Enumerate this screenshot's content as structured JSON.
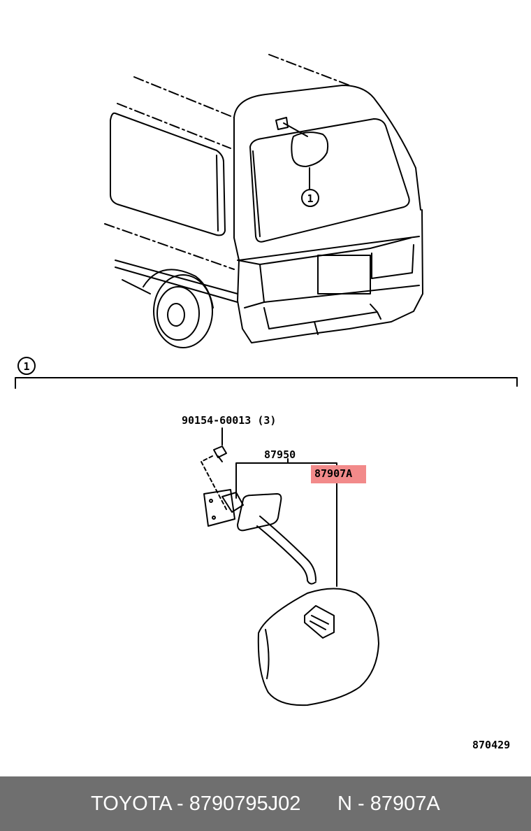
{
  "diagram": {
    "callout_number": "1",
    "labels": {
      "bolt": "90154-60013 (3)",
      "arm": "87950",
      "mirror": "87907A",
      "figure_code": "870429"
    },
    "highlight_color": "#f28a8a"
  },
  "footer": {
    "part_text": "TOYOTA - 8790795J02",
    "ref_text": "N - 87907A",
    "background": "#6f6f6f"
  }
}
